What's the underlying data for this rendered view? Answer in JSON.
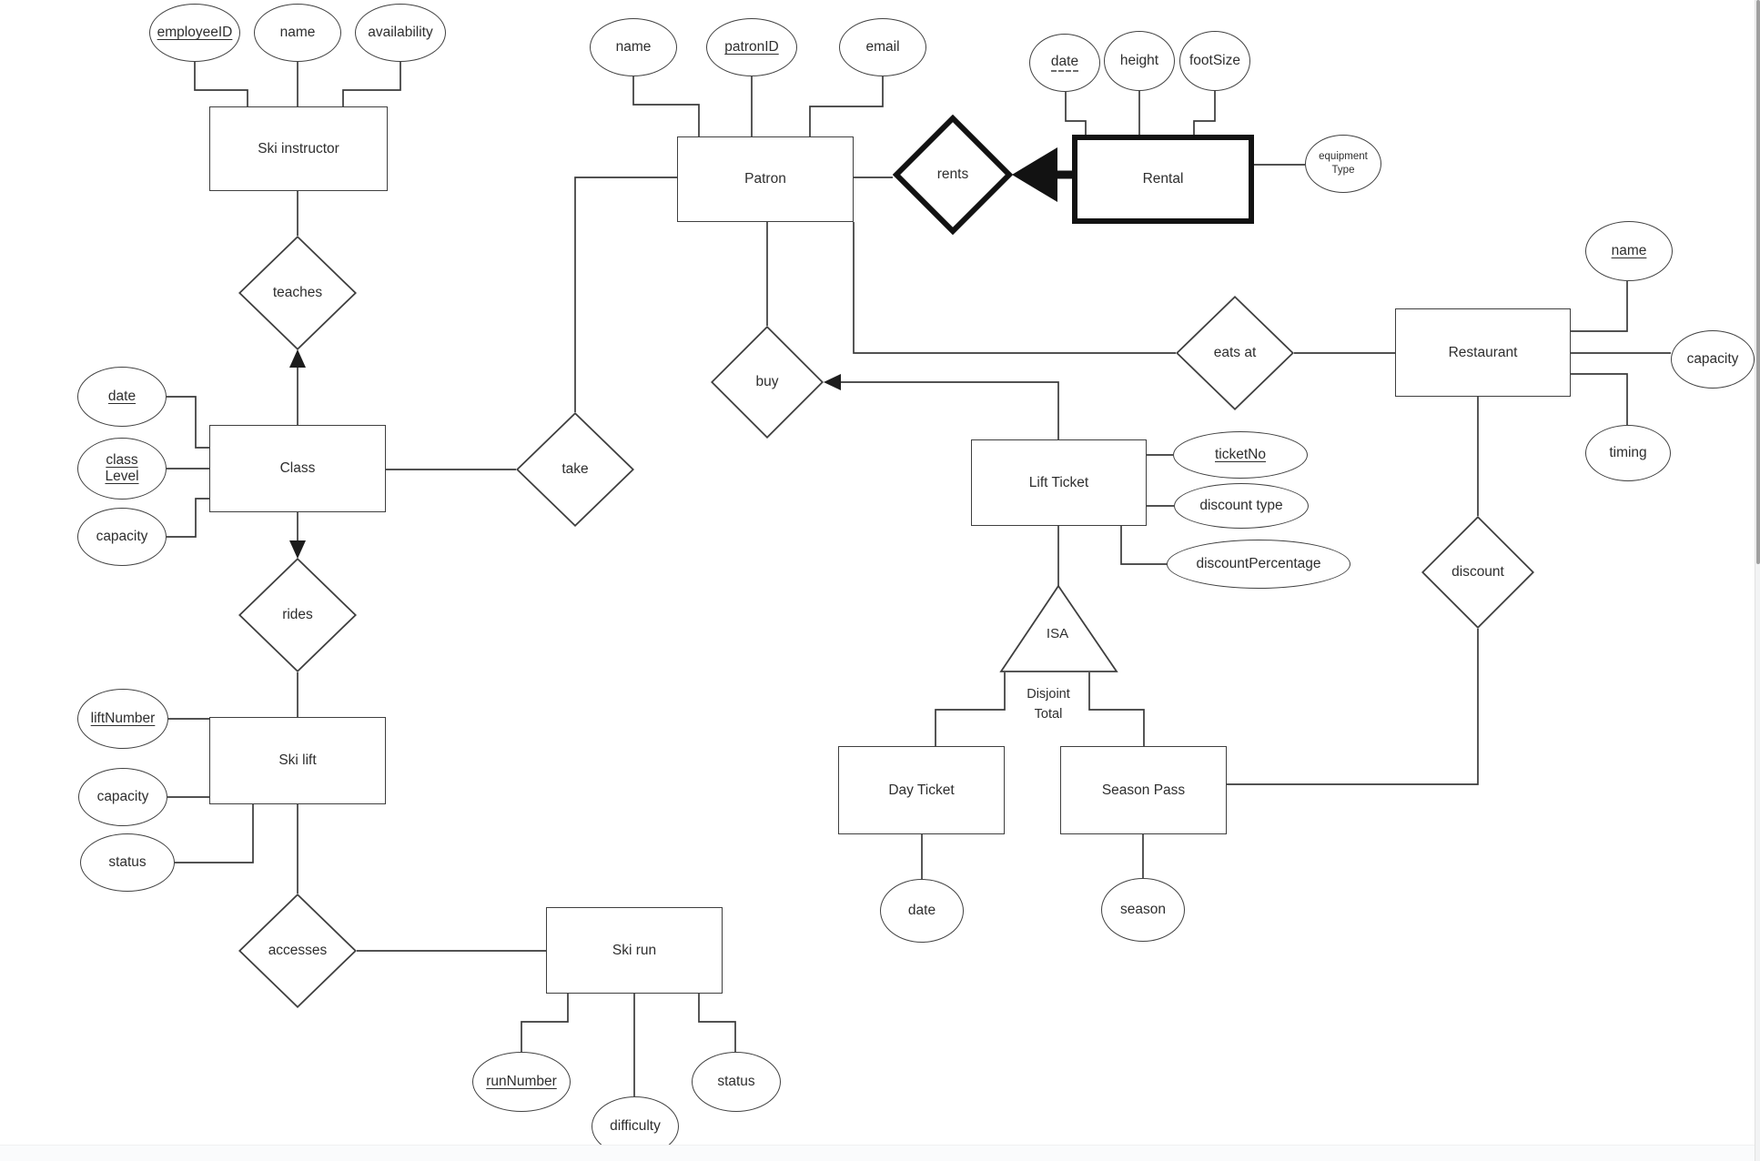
{
  "entities": {
    "ski_instructor": {
      "label": "Ski instructor"
    },
    "patron": {
      "label": "Patron"
    },
    "rental": {
      "label": "Rental"
    },
    "class": {
      "label": "Class"
    },
    "ski_lift": {
      "label": "Ski lift"
    },
    "ski_run": {
      "label": "Ski run"
    },
    "lift_ticket": {
      "label": "Lift Ticket"
    },
    "day_ticket": {
      "label": "Day Ticket"
    },
    "season_pass": {
      "label": "Season Pass"
    },
    "restaurant": {
      "label": "Restaurant"
    }
  },
  "relationships": {
    "teaches": {
      "label": "teaches"
    },
    "rides": {
      "label": "rides"
    },
    "accesses": {
      "label": "accesses"
    },
    "take": {
      "label": "take"
    },
    "rents": {
      "label": "rents"
    },
    "buy": {
      "label": "buy"
    },
    "eats_at": {
      "label": "eats at"
    },
    "discount": {
      "label": "discount"
    }
  },
  "attributes": {
    "employee_id": {
      "label": "employeeID",
      "key": true
    },
    "instructor_name": {
      "label": "name"
    },
    "availability": {
      "label": "availability"
    },
    "class_date": {
      "label": "date",
      "key": true
    },
    "class_level": {
      "line1": "class",
      "line2": "Level",
      "key": true
    },
    "class_capacity": {
      "label": "capacity"
    },
    "lift_number": {
      "label": "liftNumber",
      "key": true
    },
    "lift_capacity": {
      "label": "capacity"
    },
    "lift_status": {
      "label": "status"
    },
    "run_number": {
      "label": "runNumber",
      "key": true
    },
    "difficulty": {
      "label": "difficulty"
    },
    "run_status": {
      "label": "status"
    },
    "patron_name": {
      "label": "name"
    },
    "patron_id": {
      "label": "patronID",
      "key": true
    },
    "email": {
      "label": "email"
    },
    "rental_date": {
      "label": "date",
      "derived": true
    },
    "height": {
      "label": "height"
    },
    "foot_size": {
      "label": "footSize"
    },
    "equipment_type": {
      "line1": "equipment",
      "line2": "Type"
    },
    "ticket_no": {
      "label": "ticketNo",
      "key": true
    },
    "discount_type": {
      "label": "discount type"
    },
    "discount_percentage": {
      "label": "discountPercentage"
    },
    "day_ticket_date": {
      "label": "date"
    },
    "season": {
      "label": "season"
    },
    "restaurant_name": {
      "label": "name",
      "key": true
    },
    "restaurant_capacity": {
      "label": "capacity"
    },
    "timing": {
      "label": "timing"
    }
  },
  "isa": {
    "label": "ISA",
    "constraint_line1": "Disjoint",
    "constraint_line2": "Total"
  },
  "colors": {
    "line": "#3a3a3a",
    "bold_shape": "#121212",
    "background": "#ffffff"
  }
}
